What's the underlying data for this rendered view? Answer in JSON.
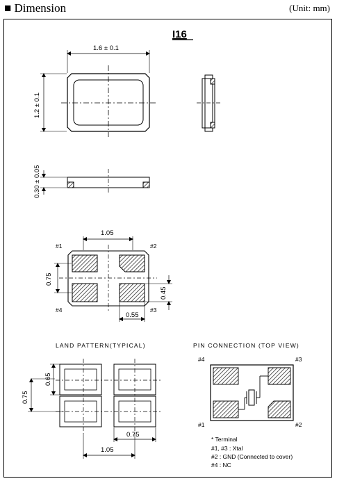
{
  "header": {
    "title": "■ Dimension",
    "unit": "(Unit: mm)"
  },
  "model": "I16",
  "dims": {
    "width": "1.6 ± 0.1",
    "height": "1.2 ± 0.1",
    "thickness": "0.30 ± 0.05",
    "pad_pitch_x": "1.05",
    "pad_pitch_y": "0.75",
    "pad_height": "0.45",
    "pad_width": "0.55"
  },
  "pins": {
    "p1": "#1",
    "p2": "#2",
    "p3": "#3",
    "p4": "#4"
  },
  "land": {
    "title": "LAND PATTERN(TYPICAL)",
    "h1": "0.65",
    "h2": "0.75",
    "w": "0.75",
    "pitch": "1.05"
  },
  "pin_conn": {
    "title": "PIN CONNECTION (TOP VIEW)",
    "note_title": "* Terminal",
    "notes": [
      "#1, #3 : Xtal",
      "#2 : GND (Connected to cover)",
      "#4 : NC"
    ]
  }
}
